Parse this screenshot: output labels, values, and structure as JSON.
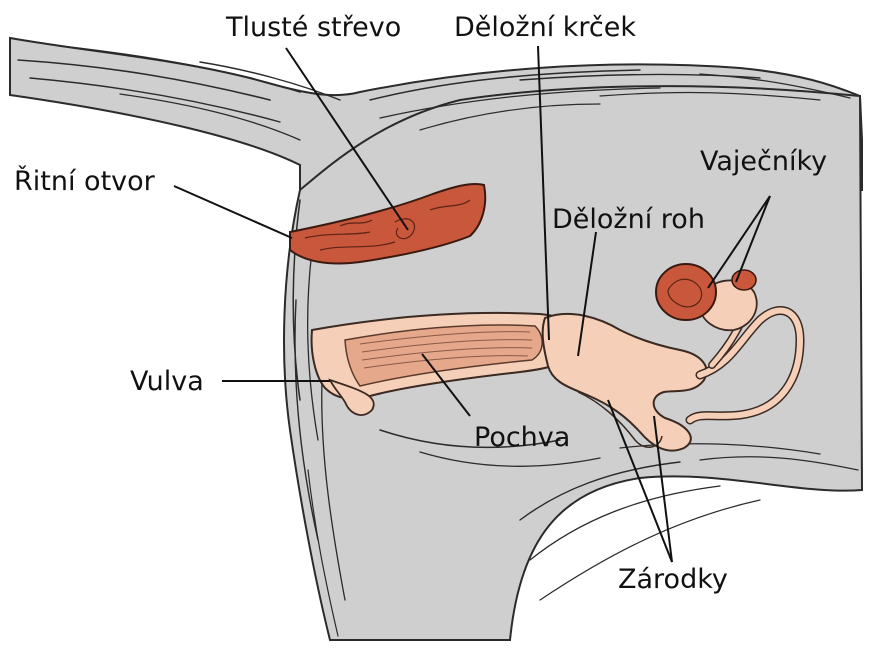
{
  "colors": {
    "body": "#cfcfd0",
    "fur_stroke": "#2b2b2b",
    "colon": "#c9573b",
    "ovary": "#c9573b",
    "reproductive_tract": "#f6cfb8",
    "vagina_inner": "#e6a88b",
    "leader_line": "#111111",
    "label_text": "#111111"
  },
  "labels": {
    "colon": "Tlusté střevo",
    "cervix": "Děložní krček",
    "anus": "Řitní otvor",
    "ovaries": "Vaječníky",
    "uterine_horn": "Děložní roh",
    "vulva": "Vulva",
    "vagina": "Pochva",
    "embryos": "Zárodky"
  }
}
